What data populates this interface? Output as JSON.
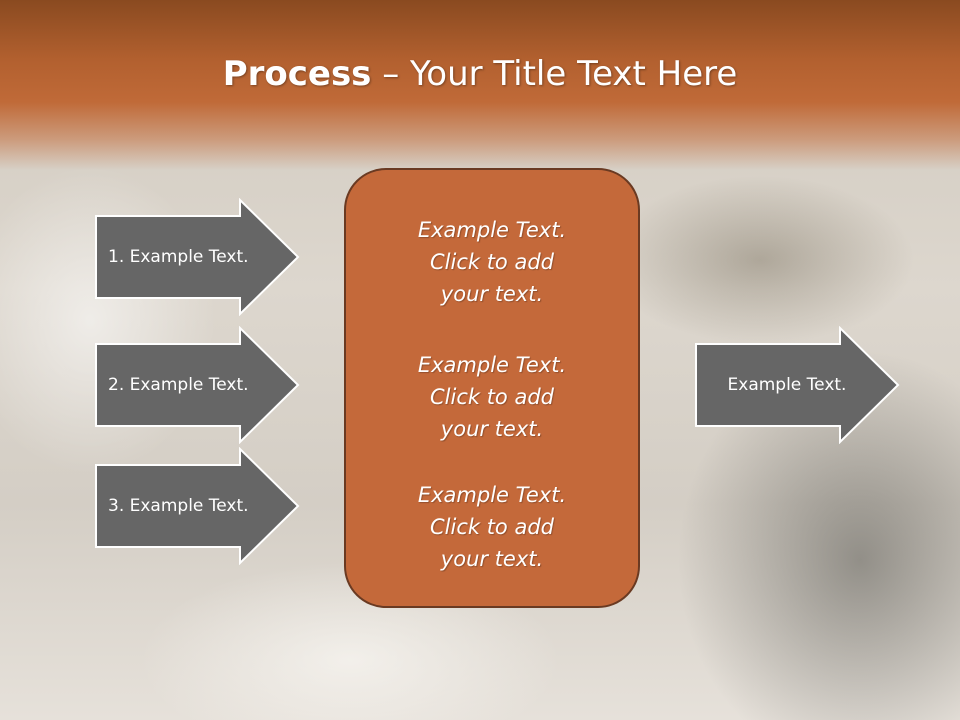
{
  "header": {
    "title_bold": "Process",
    "title_rest": " – Your Title Text Here"
  },
  "left_steps": [
    {
      "label": "1. Example Text."
    },
    {
      "label": "2. Example Text."
    },
    {
      "label": "3. Example Text."
    }
  ],
  "center_box": {
    "paragraphs": [
      {
        "line1": "Example Text.",
        "line2": "Click  to add",
        "line3": "your text."
      },
      {
        "line1": "Example Text.",
        "line2": "Click  to add",
        "line3": "your text."
      },
      {
        "line1": "Example Text.",
        "line2": "Click  to add",
        "line3": "your text."
      }
    ]
  },
  "right_arrow": {
    "label": "Example Text."
  },
  "colors": {
    "banner": "#b2602f",
    "box_fill": "#c4693a",
    "arrow_fill": "#666666",
    "text": "#ffffff"
  }
}
